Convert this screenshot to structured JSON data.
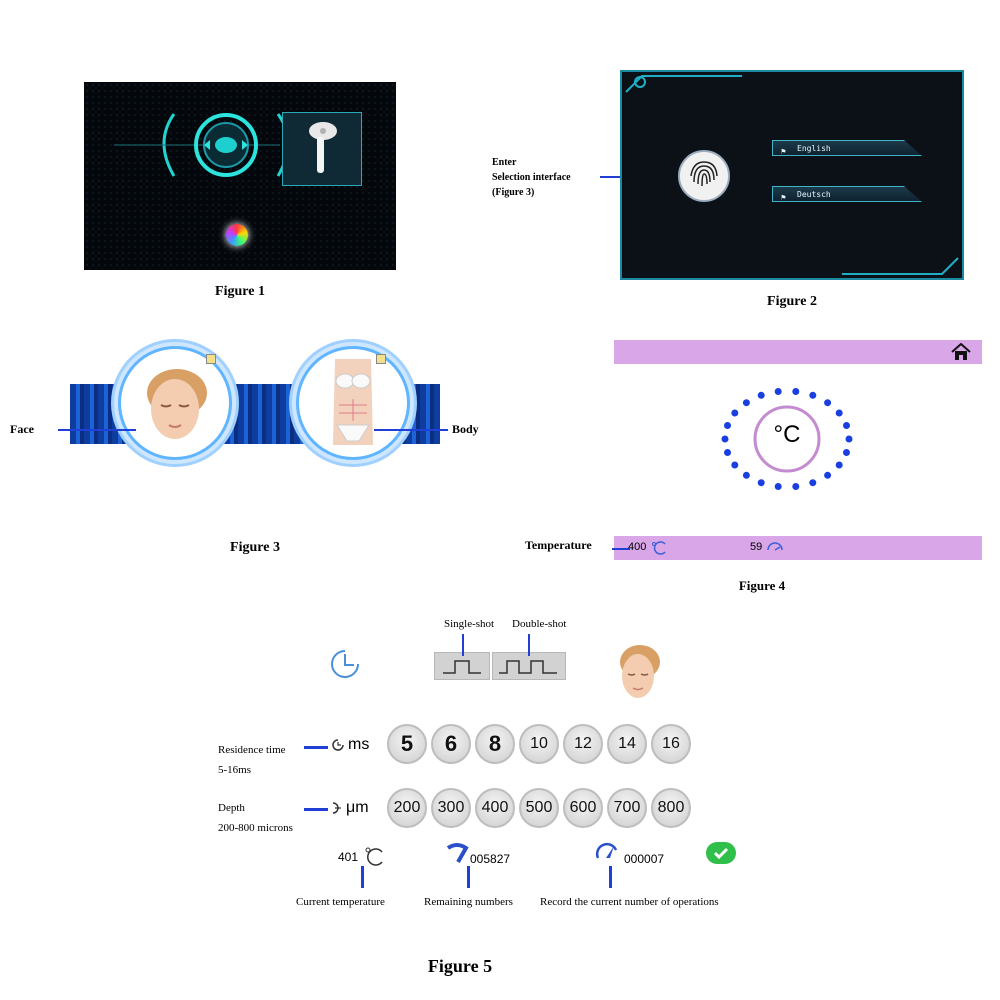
{
  "figure1": {
    "caption": "Figure 1"
  },
  "figure2": {
    "caption": "Figure 2",
    "annotation": [
      "Enter",
      "Selection interface",
      "(Figure 3)"
    ],
    "languages": [
      "English",
      "Deutsch"
    ]
  },
  "figure3": {
    "caption": "Figure 3",
    "face_label": "Face",
    "body_label": "Body"
  },
  "figure4": {
    "caption": "Figure 4",
    "center_unit": "°C",
    "temperature_label": "Temperature",
    "temperature_value": "400",
    "second_value": "59"
  },
  "figure5": {
    "caption": "Figure 5",
    "single_shot_label": "Single-shot",
    "double_shot_label": "Double-shot",
    "residence_label": "Residence time",
    "residence_range": "5-16ms",
    "residence_unit": "ms",
    "residence_values": [
      "5",
      "6",
      "8",
      "10",
      "12",
      "14",
      "16"
    ],
    "depth_label": "Depth",
    "depth_range": "200-800 microns",
    "depth_unit": "μm",
    "depth_values": [
      "200",
      "300",
      "400",
      "500",
      "600",
      "700",
      "800"
    ],
    "current_temperature_value": "401",
    "remaining_value": "005827",
    "operations_value": "000007",
    "current_temperature_label": "Current temperature",
    "remaining_label": "Remaining numbers",
    "operations_label": "Record the current number of operations"
  },
  "colors": {
    "accent_blue": "#1f3fd6",
    "lilac_bar": "#d9a6e8",
    "dot_blue": "#1a3fe0",
    "confirm_green": "#2fbf4a"
  }
}
